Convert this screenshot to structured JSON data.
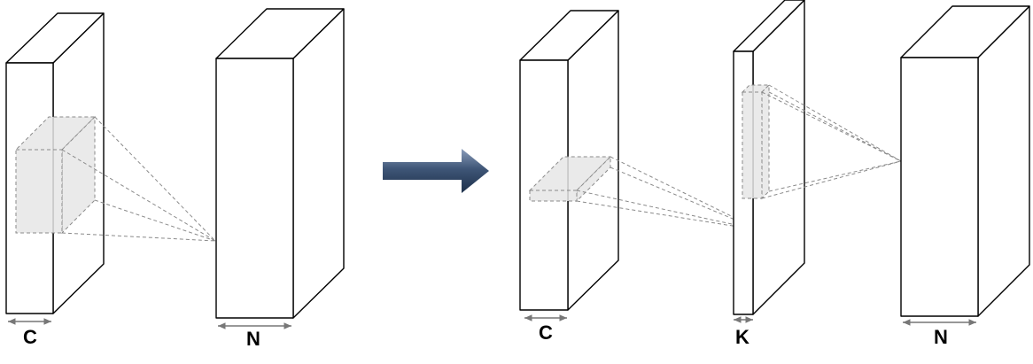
{
  "labels": {
    "left_input_channels": "C",
    "left_output_channels": "N",
    "right_input_channels": "C",
    "right_middle_channels": "K",
    "right_output_channels": "N"
  },
  "colors": {
    "arrow_dark": "#1c2f4a",
    "arrow_light": "#7f94b3",
    "kernel_fill": "#e6e6e6",
    "projection_line": "#8a8a8a"
  }
}
